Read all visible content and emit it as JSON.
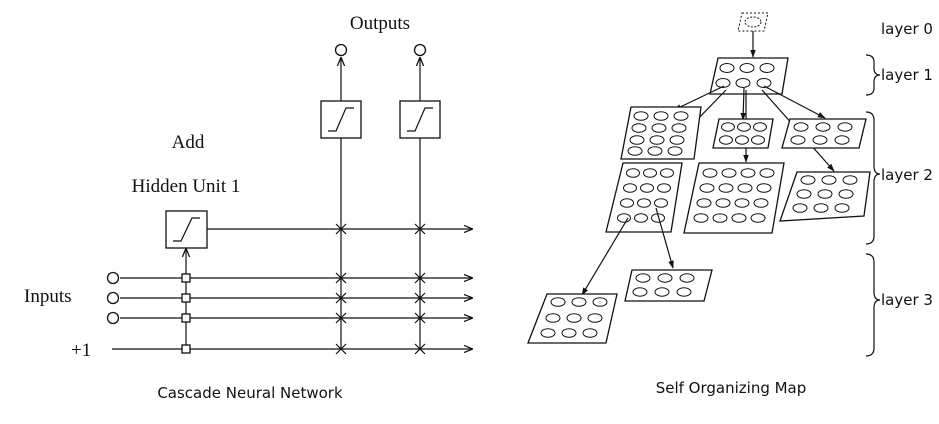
{
  "cascade": {
    "outputs_label": "Outputs",
    "add_label": "Add",
    "hidden_unit_label": "Hidden Unit 1",
    "inputs_label": "Inputs",
    "bias_label": "+1",
    "caption": "Cascade Neural Network"
  },
  "som": {
    "layers": [
      {
        "label": "layer 0"
      },
      {
        "label": "layer 1"
      },
      {
        "label": "layer 2"
      },
      {
        "label": "layer 3"
      }
    ],
    "caption": "Self Organizing Map"
  }
}
